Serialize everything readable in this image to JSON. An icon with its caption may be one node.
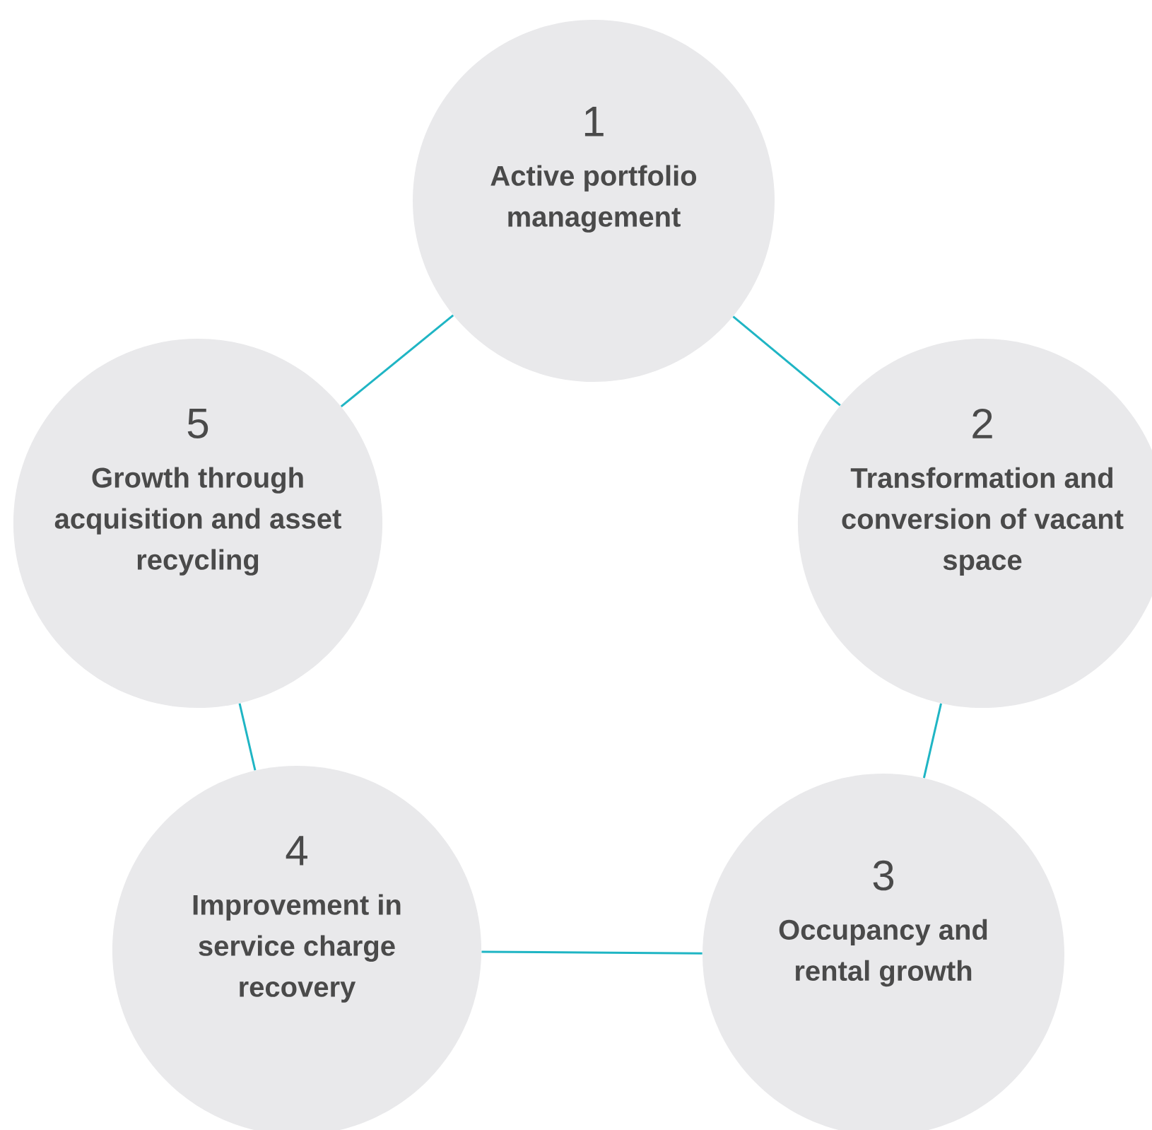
{
  "diagram": {
    "nodes": [
      {
        "text": [
          "1",
          "Active portfolio management"
        ]
      },
      {
        "text": [
          "2",
          "Transformation and conversion of vacant space"
        ]
      },
      {
        "text": [
          "3",
          "Occupancy and rental growth"
        ]
      },
      {
        "text": [
          "4",
          "Improvement in service charge recovery"
        ]
      },
      {
        "text": [
          "5",
          "Growth through acquisition and asset recycling"
        ]
      }
    ],
    "edges": [
      {
        "from": 0,
        "to": 1,
        "arrow": "none"
      },
      {
        "from": 1,
        "to": 2,
        "arrow": "none"
      },
      {
        "from": 2,
        "to": 3,
        "arrow": "none"
      },
      {
        "from": 3,
        "to": 4,
        "arrow": "none"
      },
      {
        "from": 4,
        "to": 0,
        "arrow": "none"
      }
    ]
  }
}
